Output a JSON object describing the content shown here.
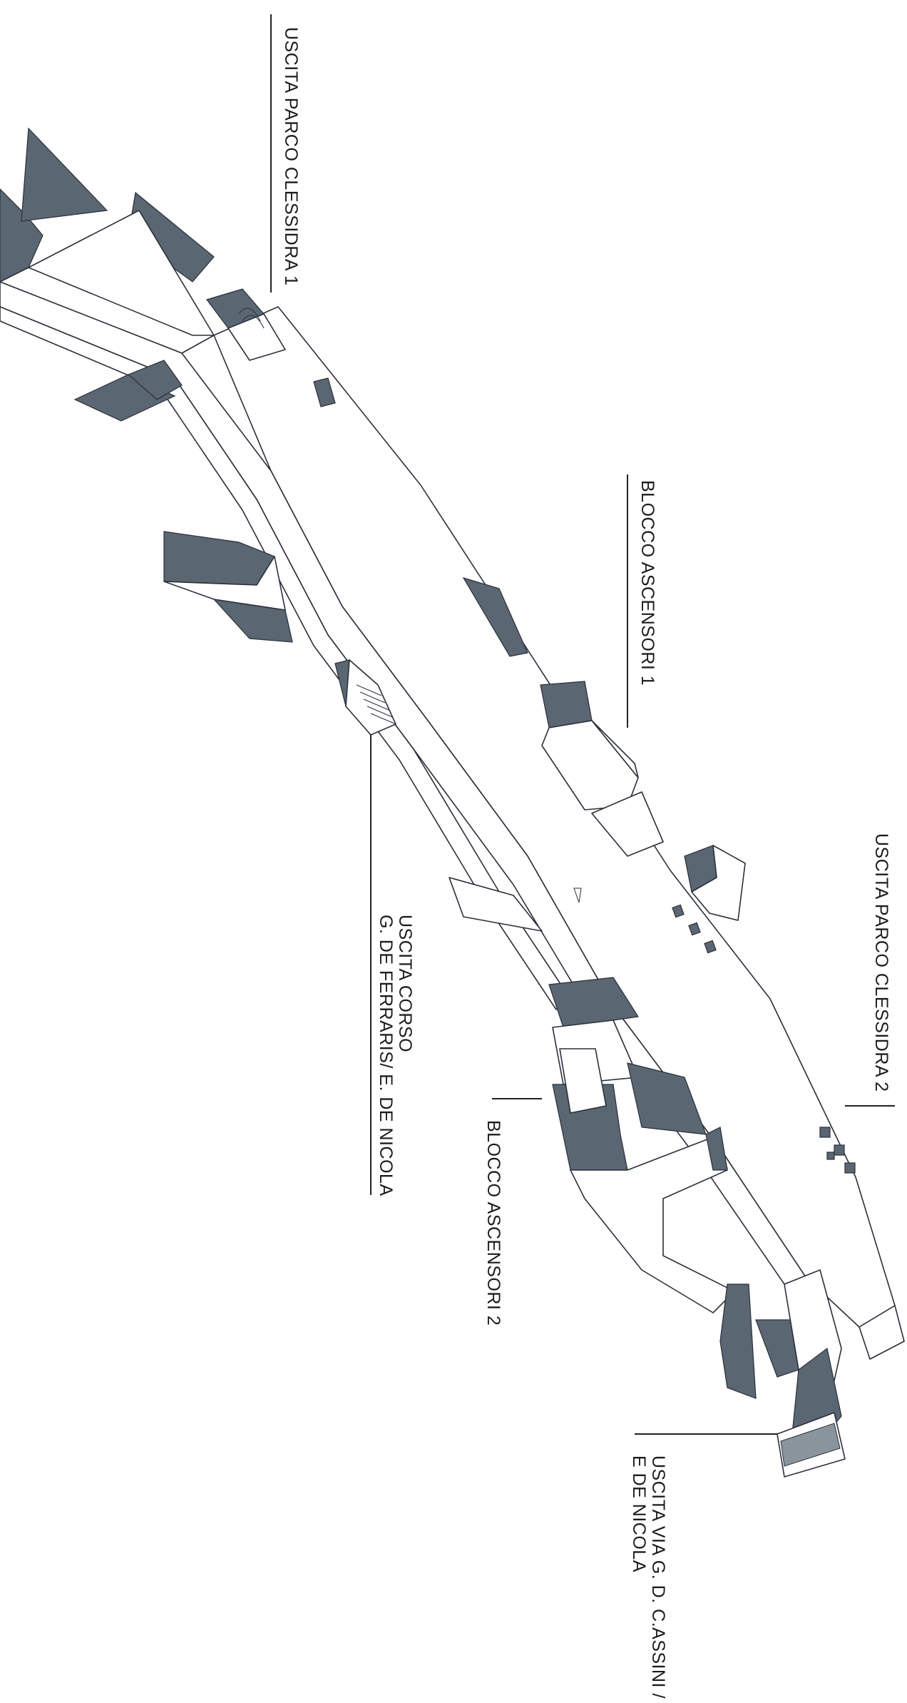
{
  "labels": {
    "uscita_parco_1": "USCITA PARCO CLESSIDRA 1",
    "blocco_ascensori_1": "BLOCCO ASCENSORI 1",
    "uscita_parco_2": "USCITA PARCO CLESSIDRA 2",
    "uscita_corso_line1": "USCITA CORSO",
    "uscita_corso_line2": "G. DE FERRARIS/ E. DE NICOLA",
    "blocco_ascensori_2": "BLOCCO ASCENSORI 2",
    "uscita_via_line1": "USCITA VIA G. D. C.ASSINI /",
    "uscita_via_line2": "E DE NICOLA"
  },
  "colors": {
    "line": "#2a2f3a",
    "shade": "#5a6671",
    "light_shade": "#8a949c",
    "background": "#ffffff"
  }
}
